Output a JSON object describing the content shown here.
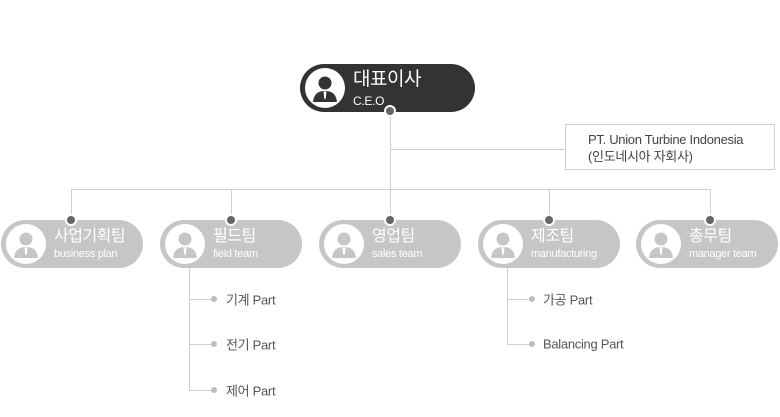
{
  "ceo": {
    "name": "대표이사",
    "title": "C.E.O",
    "icon": "person-icon"
  },
  "subsidiary": {
    "name": "PT. Union Turbine Indonesia",
    "note": "(인도네시아 자회사)"
  },
  "teams": [
    {
      "name": "사업기획팀",
      "title": "business plan",
      "icon": "person-icon",
      "subteams": []
    },
    {
      "name": "필드팀",
      "title": "field team",
      "icon": "person-icon",
      "subteams": [
        "기계 Part",
        "전기 Part",
        "제어 Part"
      ]
    },
    {
      "name": "영업팀",
      "title": "sales team",
      "icon": "person-icon",
      "subteams": []
    },
    {
      "name": "제조팀",
      "title": "manufacturing",
      "icon": "person-icon",
      "subteams": [
        "가공 Part",
        "Balancing Part"
      ]
    },
    {
      "name": "총무팀",
      "title": "manager  team",
      "icon": "person-icon",
      "subteams": []
    }
  ],
  "colors": {
    "ceo_bg": "#333333",
    "team_bg": "#c6c6c6",
    "connector": "#cfcfcf",
    "node_dot": "#666666"
  }
}
